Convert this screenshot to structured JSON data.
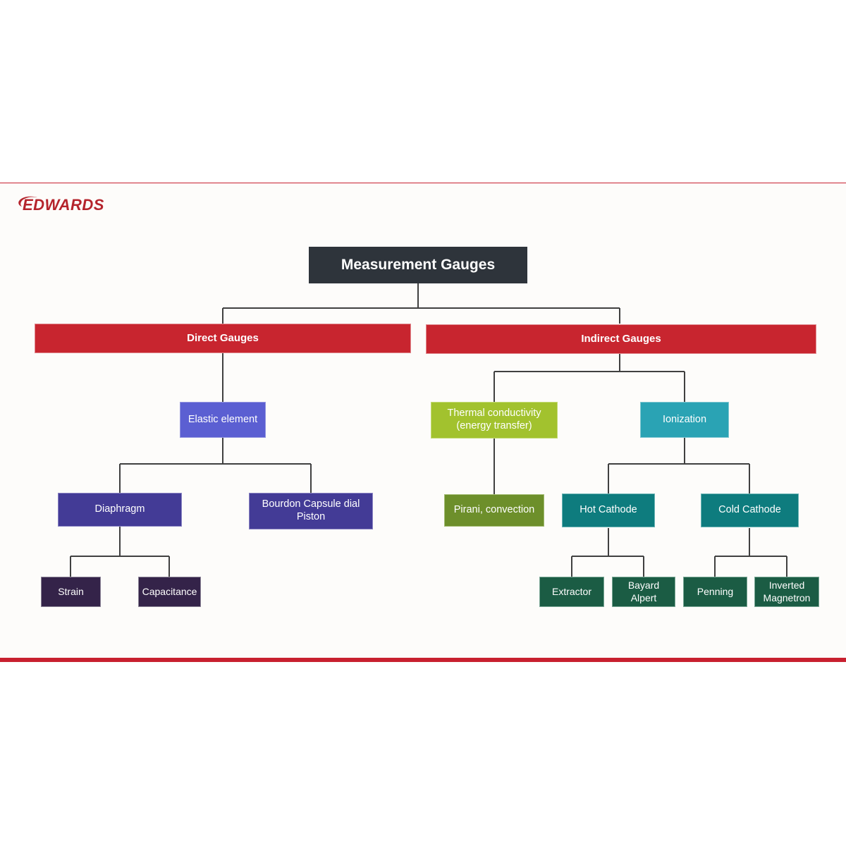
{
  "brand": {
    "logo_text": "EDWARDS",
    "logo_icon": "swoosh-icon",
    "accent_color": "#c8202f"
  },
  "diagram": {
    "title": "Measurement Gauges",
    "root": {
      "label": "Measurement Gauges",
      "color": "#2e343b"
    },
    "level1": [
      {
        "label": "Direct Gauges",
        "color": "#c8252f"
      },
      {
        "label": "Indirect Gauges",
        "color": "#c8252f"
      }
    ],
    "level2": [
      {
        "label": "Elastic element",
        "color": "#5b5fd2"
      },
      {
        "label": "Thermal conductivity (energy transfer)",
        "line1": "Thermal conductivity",
        "line2": "(energy transfer)",
        "color": "#a2c22e"
      },
      {
        "label": "Ionization",
        "color": "#2aa3b4"
      }
    ],
    "level3": [
      {
        "label": "Diaphragm",
        "color": "#433b96"
      },
      {
        "label": "Bourdon Capsule dial Piston",
        "line1": "Bourdon Capsule dial",
        "line2": "Piston",
        "color": "#433b96"
      },
      {
        "label": "Pirani, convection",
        "color": "#6d8f2b"
      },
      {
        "label": "Hot Cathode",
        "color": "#0e7c7e"
      },
      {
        "label": "Cold Cathode",
        "color": "#0e7c7e"
      }
    ],
    "level4": [
      {
        "label": "Strain",
        "color": "#342349"
      },
      {
        "label": "Capacitance",
        "color": "#342349"
      },
      {
        "label": "Extractor",
        "color": "#1b5c44"
      },
      {
        "label": "Bayard Alpert",
        "line1": "Bayard",
        "line2": "Alpert",
        "color": "#1b5c44"
      },
      {
        "label": "Penning",
        "color": "#1b5c44"
      },
      {
        "label": "Inverted Magnetron",
        "line1": "Inverted",
        "line2": "Magnetron",
        "color": "#1b5c44"
      }
    ]
  }
}
